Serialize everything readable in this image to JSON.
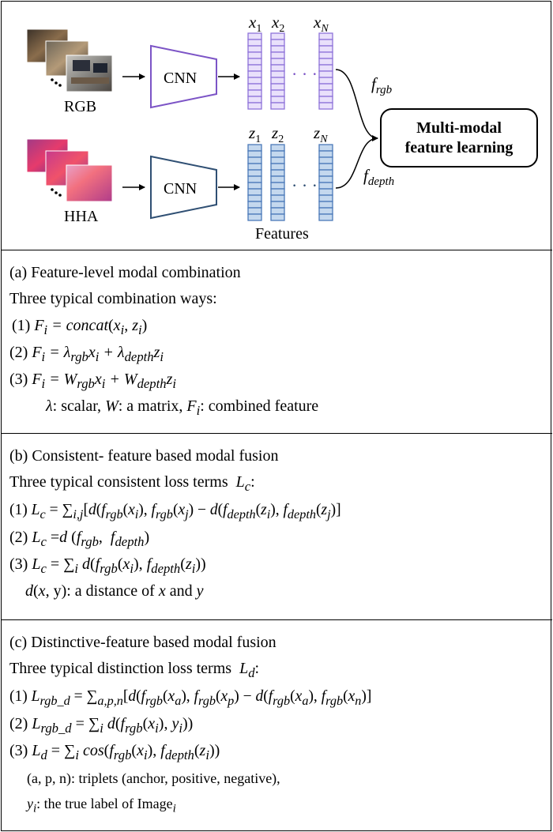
{
  "diagram": {
    "rgb_label": "RGB",
    "hha_label": "HHA",
    "cnn_top": "CNN",
    "cnn_bottom": "CNN",
    "x_labels": [
      "x",
      "x",
      "x"
    ],
    "x_subs": [
      "1",
      "2",
      "N"
    ],
    "z_labels": [
      "z",
      "z",
      "z"
    ],
    "z_subs": [
      "1",
      "2",
      "N"
    ],
    "f_rgb": "f",
    "f_rgb_sub": "rgb",
    "f_depth": "f",
    "f_depth_sub": "depth",
    "mm_title_1": "Multi-modal",
    "mm_title_2": "feature learning",
    "features_label": "Features",
    "colors": {
      "purple": "#8e73d9",
      "purple_fill": "#e9e0fb",
      "blue": "#4b79b8",
      "blue_fill": "#c4d8ee",
      "cnn_purple": "#7c54c6",
      "cnn_blue": "#2f4f73"
    }
  },
  "section_a": {
    "title": "(a)  Feature-level modal combination",
    "subtitle": "Three typical combination ways:",
    "items": [
      "(1) F_i = concat(x_i, z_i)",
      "(2) F_i = λ_rgb x_i + λ_depth z_i",
      "(3) F_i = W_rgb x_i + W_depth z_i"
    ],
    "note": "λ: scalar, W: a matrix, F_i: combined feature"
  },
  "section_b": {
    "title": "(b) Consistent- feature based modal fusion",
    "subtitle": "Three typical consistent loss terms  L_c:",
    "items": [
      "(1) L_c = Σ_{i,j}[d(f_rgb(x_i), f_rgb(x_j)) − d(f_depth(z_i), f_depth(z_j))]",
      "(2) L_c = d (f_rgb,  f_depth)",
      "(3) L_c = Σ_i d(f_rgb(x_i), f_depth(z_i))"
    ],
    "note": "d(x, y): a distance of x and y"
  },
  "section_c": {
    "title": "(c) Distinctive-feature based modal fusion",
    "subtitle": "Three typical distinction loss terms  L_d:",
    "items": [
      "(1) L_rgb_d = Σ_{a,p,n}[d(f_rgb(x_a), f_rgb(x_p)) − d(f_rgb(x_a), f_rgb(x_n))]",
      "(2) L_rgb_d = Σ_i d(f_rgb(x_i), y_i))",
      "(3) L_d = Σ_i cos(f_rgb(x_i), f_depth(z_i))"
    ],
    "note1": "(a, p, n): triplets (anchor, positive, negative),",
    "note2": "y_i: the true label of Image_i"
  }
}
